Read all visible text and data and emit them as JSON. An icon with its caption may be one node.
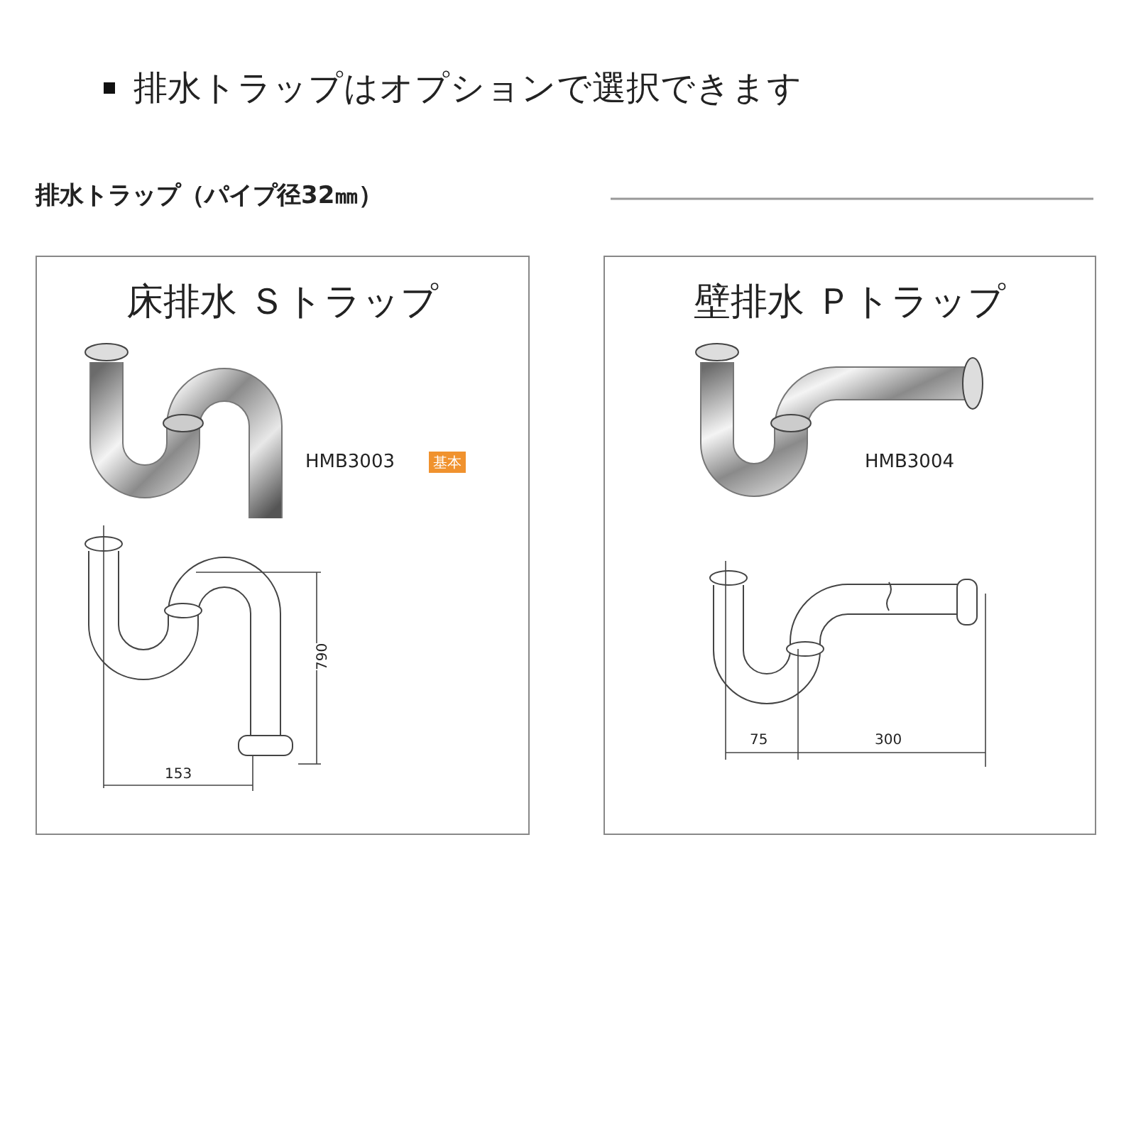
{
  "diagram": {
    "title": "排水トラップはオプションで選択できます",
    "nodes": [
      {
        "text": [
          "床排水 Ｓトラップ"
        ]
      },
      {
        "text": [
          "基本"
        ],
        "in": 0
      },
      {
        "text": [
          "壁排水 Ｐトラップ"
        ]
      }
    ],
    "labels": [
      "排水トラップ（パイプ径32㎜）",
      "HMB3003",
      "790",
      "153",
      "HMB3004",
      "75",
      "300"
    ]
  }
}
